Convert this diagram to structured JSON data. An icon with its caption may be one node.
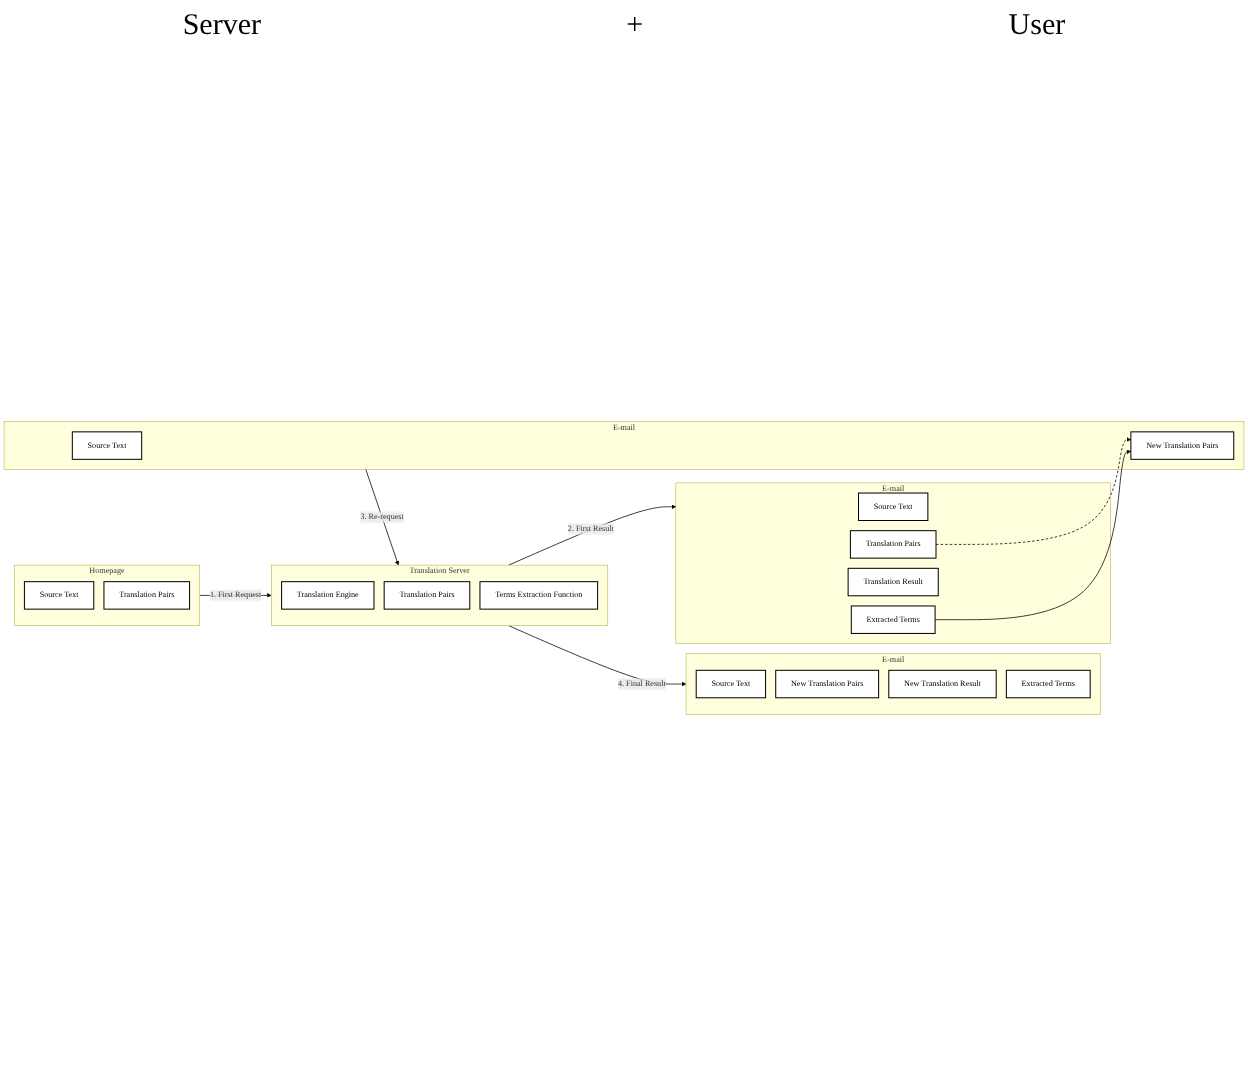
{
  "diagram": {
    "nodes": [
      {
        "text": [
          "Translation Server"
        ]
      },
      {
        "text": [
          "Translation Engine"
        ],
        "in": 0
      },
      {
        "text": [
          "Translation Pairs"
        ],
        "in": 0
      },
      {
        "text": [
          "Terms Extraction Function"
        ],
        "in": 0
      },
      {
        "text": [
          "Homepage"
        ]
      },
      {
        "text": [
          "Source Text"
        ],
        "in": 4
      },
      {
        "text": [
          "Translation Pairs"
        ],
        "in": 4
      },
      {
        "text": [
          "E-mail"
        ]
      },
      {
        "text": [
          "Source Text"
        ],
        "in": 7
      },
      {
        "text": [
          "Translation Pairs"
        ],
        "in": 7
      },
      {
        "text": [
          "Translation Result"
        ],
        "in": 7
      },
      {
        "text": [
          "Extracted Terms"
        ],
        "in": 7
      },
      {
        "text": [
          "E-mail"
        ]
      },
      {
        "text": [
          "Source Text"
        ],
        "in": 12
      },
      {
        "text": [
          "New Translation Pairs"
        ],
        "in": 12
      },
      {
        "text": [
          "E-mail"
        ]
      },
      {
        "text": [
          "Source Text"
        ],
        "in": 15
      },
      {
        "text": [
          "New Translation Pairs"
        ],
        "in": 15
      },
      {
        "text": [
          "New Translation Result"
        ],
        "in": 15
      },
      {
        "text": [
          "Extracted Terms"
        ],
        "in": 15
      }
    ],
    "edges": [
      {
        "from": 4,
        "to": 0,
        "arrow": "to",
        "label": "1. First Request"
      },
      {
        "from": 0,
        "to": 7,
        "arrow": "to",
        "label": "2. First Result"
      },
      {
        "from": 12,
        "to": 0,
        "arrow": "to",
        "label": "3. Re-request"
      },
      {
        "from": 0,
        "to": 15,
        "arrow": "to",
        "label": "4. Final Result"
      },
      {
        "from": 9,
        "to": 14,
        "arrow": "to",
        "style": "dashed"
      },
      {
        "from": 11,
        "to": 14,
        "arrow": "to"
      }
    ],
    "labels": [
      "Server",
      "+",
      "User"
    ]
  }
}
